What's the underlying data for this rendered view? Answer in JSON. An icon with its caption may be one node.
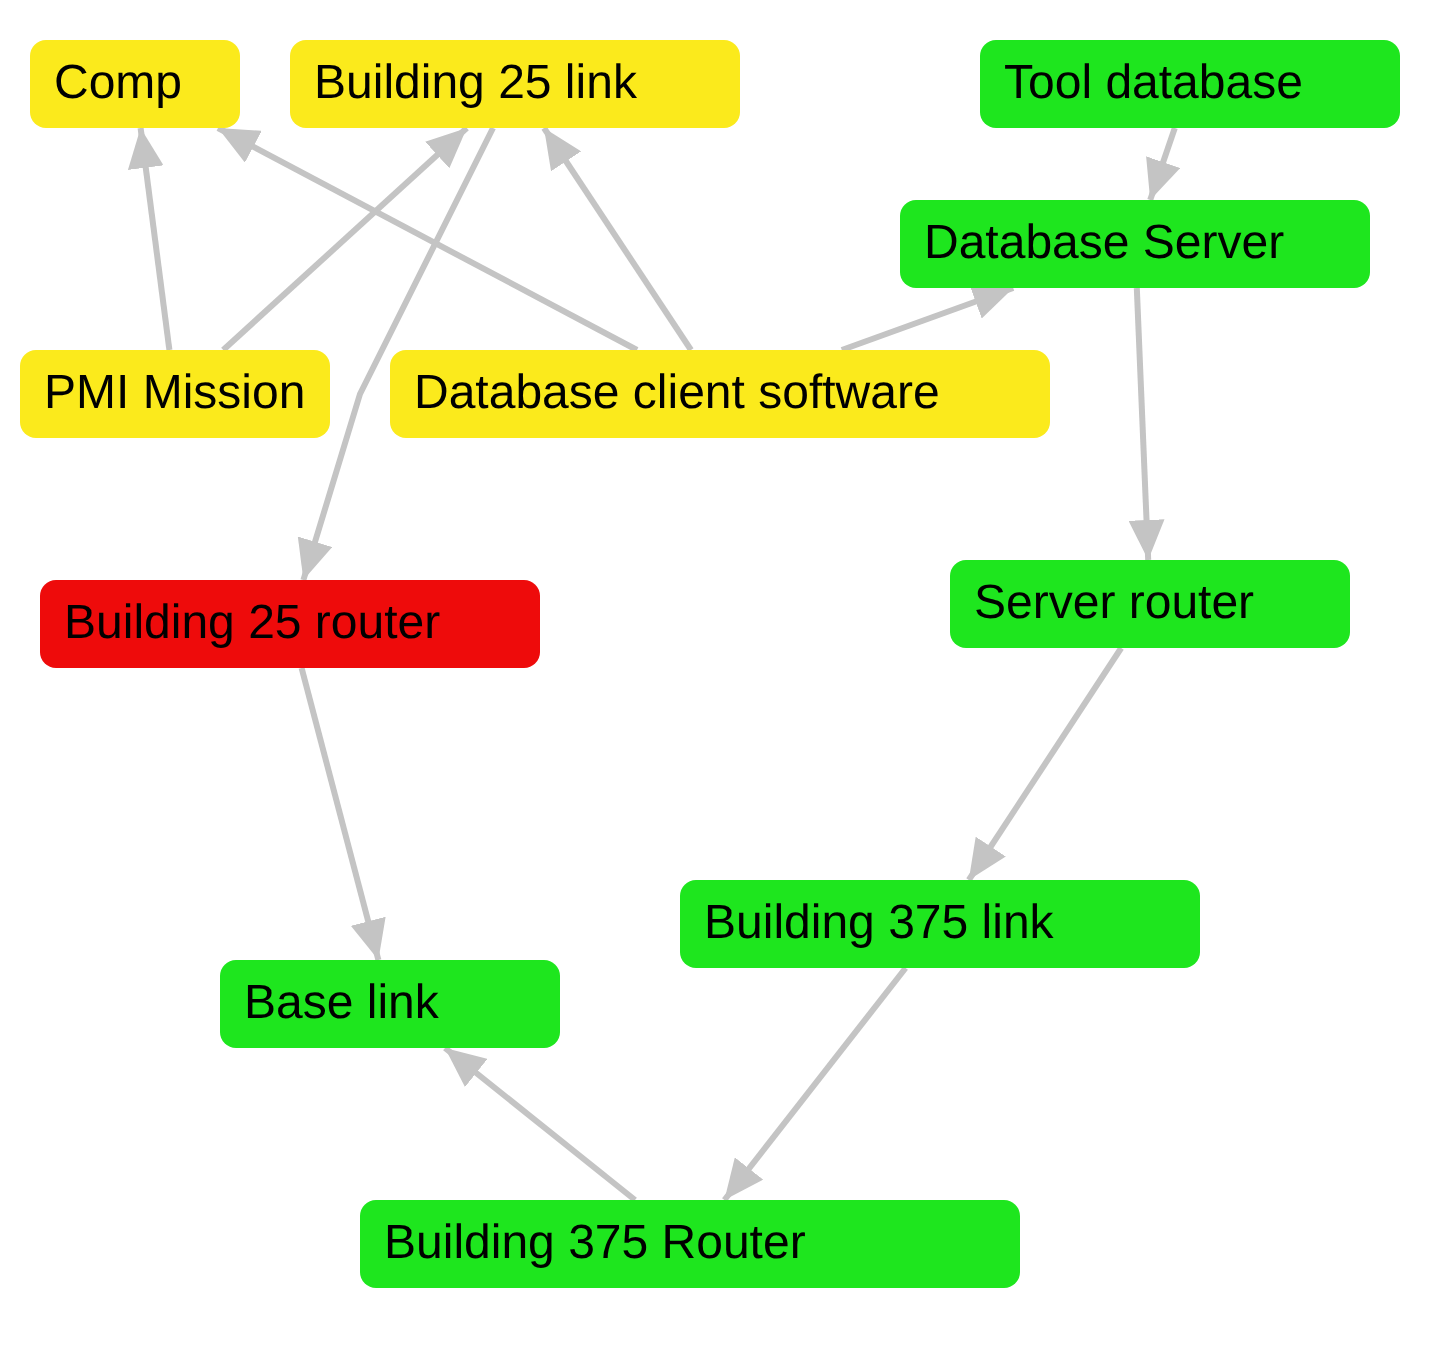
{
  "diagram": {
    "nodes": [
      {
        "text": [
          "Comp"
        ]
      },
      {
        "text": [
          "Building 25 link"
        ]
      },
      {
        "text": [
          "Database Server"
        ]
      },
      {
        "text": [
          "Tool database"
        ]
      },
      {
        "text": [
          "Database client software"
        ]
      },
      {
        "text": [
          "PMI Mission"
        ]
      },
      {
        "text": [
          "Server router"
        ]
      },
      {
        "text": [
          "Building 25 router"
        ]
      },
      {
        "text": [
          "Building 375 link"
        ]
      },
      {
        "text": [
          "Base link"
        ]
      },
      {
        "text": [
          "Building 375 Router"
        ]
      }
    ],
    "edges": [
      {
        "from": 5,
        "to": 0,
        "arrow": "to"
      },
      {
        "from": 5,
        "to": 1,
        "arrow": "to"
      },
      {
        "from": 4,
        "to": 0,
        "arrow": "to"
      },
      {
        "from": 1,
        "to": 7,
        "arrow": "to"
      },
      {
        "from": 4,
        "to": 1,
        "arrow": "to"
      },
      {
        "from": 4,
        "to": 2,
        "arrow": "to"
      },
      {
        "from": 2,
        "to": 6,
        "arrow": "to"
      },
      {
        "from": 3,
        "to": 2,
        "arrow": "to"
      },
      {
        "from": 6,
        "to": 8,
        "arrow": "to"
      },
      {
        "from": 7,
        "to": 9,
        "arrow": "to"
      },
      {
        "from": 8,
        "to": 10,
        "arrow": "to"
      },
      {
        "from": 10,
        "to": 9,
        "arrow": "to"
      }
    ]
  }
}
